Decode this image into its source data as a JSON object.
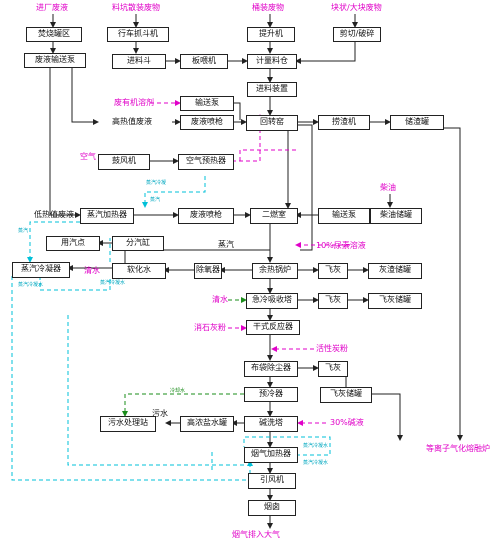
{
  "colors": {
    "line": "#222222",
    "magenta": "#e000c8",
    "green": "#1a8c1a",
    "cyan": "#00c0d8"
  },
  "inputs": {
    "feed_liquid": "进厂废液",
    "drum_waste": "料坑散装废物",
    "barrel_waste": "桶装废物",
    "block_waste": "块状/大块废物",
    "organic_solvent": "废有机溶剂",
    "air": "空气",
    "diesel": "柴油",
    "caustic": "30%碱液",
    "urea": "10%尿素溶液",
    "water1": "清水",
    "water2": "清水",
    "lime": "消石灰粉",
    "carbon": "活性炭粉"
  },
  "boxes": {
    "tank_area": "焚烧罐区",
    "waste_pump": "废液输送泵",
    "crane": "行车抓斗机",
    "hopper": "进料斗",
    "plate_feeder": "板喂机",
    "lifter": "提升机",
    "shredder": "剪切/破碎",
    "metering_bin": "计量料仓",
    "feeding_device": "进料装置",
    "delivery_pump": "输送泵",
    "nozzle1": "废液喷枪",
    "kiln": "回转窑",
    "slag_remover": "捞渣机",
    "slag_tank": "储渣罐",
    "blower": "鼓风机",
    "air_preheater": "空气预热器",
    "steam_heater": "蒸汽加热器",
    "nozzle2": "废液喷枪",
    "secondary": "二燃室",
    "delivery_pump2": "输送泵",
    "diesel_tank": "柴油储罐",
    "users": "用汽点",
    "header": "分汽缸",
    "condenser": "蒸汽冷凝器",
    "softener": "软化水",
    "deaerator": "除氧器",
    "boiler": "余热锅炉",
    "ash1": "飞灰",
    "ash_tank1": "灰渣储罐",
    "quench": "急冷吸收塔",
    "ash2": "飞灰",
    "ash_tank2": "飞灰储罐",
    "dry_reactor": "干式反应器",
    "bag_filter": "布袋除尘器",
    "ash3": "飞灰",
    "ash_tank3": "飞灰储罐",
    "pre_cool": "预冷器",
    "wastewater": "污水处理站",
    "brine_tank": "高浓盐水罐",
    "scrubber": "碱洗塔",
    "flue_heater": "烟气加热器",
    "fan": "引风机",
    "stack": "烟囱"
  },
  "labels": {
    "high_heat": "高热值废液",
    "low_heat": "低热值废液",
    "steam": "蒸汽",
    "sewage": "污水",
    "steam_cond_tiny": "蒸汽冷凝",
    "steam_tiny1": "蒸汽",
    "steam_tiny2": "蒸汽",
    "steam_tiny3": "蒸汽冷凝水",
    "steam_tiny4": "蒸汽冷凝水",
    "steam_tiny5": "蒸汽冷凝水",
    "steam_tiny6": "蒸汽冷凝水",
    "return_tiny": "冷却水",
    "plasma": "等离子气化熔融炉",
    "exhaust": "烟气排入大气"
  }
}
